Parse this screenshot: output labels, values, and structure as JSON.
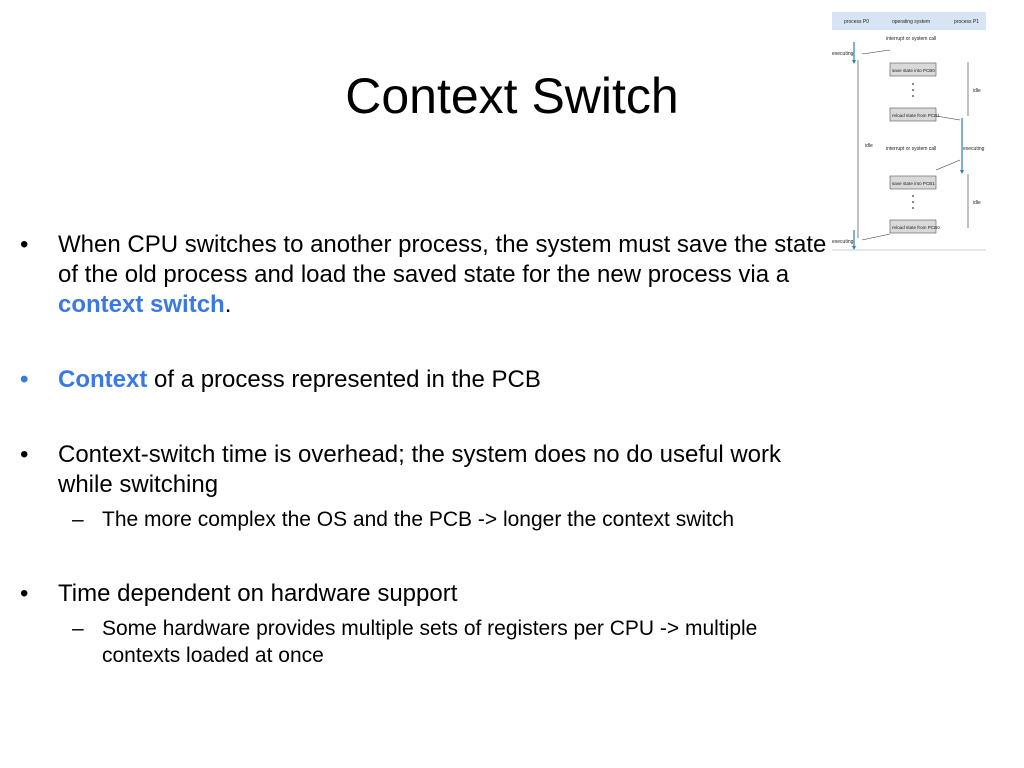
{
  "slide": {
    "title": "Context Switch"
  },
  "bullets": {
    "b1": {
      "text_before": "When CPU switches to another process, the system must save the state of the old process and load the saved state for the new process via a ",
      "highlight": "context switch",
      "text_after": "."
    },
    "b2": {
      "highlight": "Context",
      "text_after": " of a process represented in the PCB"
    },
    "b3": {
      "text": "Context-switch time is overhead; the system does no do useful work while switching",
      "sub": "The more complex the OS and the PCB -> longer the context switch"
    },
    "b4": {
      "text": "Time dependent on hardware support",
      "sub": "Some hardware provides multiple sets of registers per CPU -> multiple contexts loaded at once"
    },
    "bullet_glyph": "•",
    "dash_glyph": "–"
  },
  "diagram": {
    "header": {
      "left": "process P0",
      "center": "operating system",
      "right": "process P1"
    },
    "labels": {
      "interrupt_1": "interrupt or system call",
      "interrupt_2": "interrupt or system call",
      "executing_1": "executing",
      "executing_2": "executing",
      "executing_3": "executing",
      "idle_left": "idle",
      "idle_right_1": "idle",
      "idle_right_2": "idle",
      "save_1": "save state into PCB0",
      "reload_1": "reload state from PCB1",
      "save_2": "save state into PCB1",
      "reload_2": "reload state from PCB0"
    }
  },
  "colors": {
    "accent": "#3b78e7",
    "diagram_header": "#d6e4f3",
    "diagram_box": "#d9d9d9",
    "diagram_arrow": "#2a7fbf"
  }
}
